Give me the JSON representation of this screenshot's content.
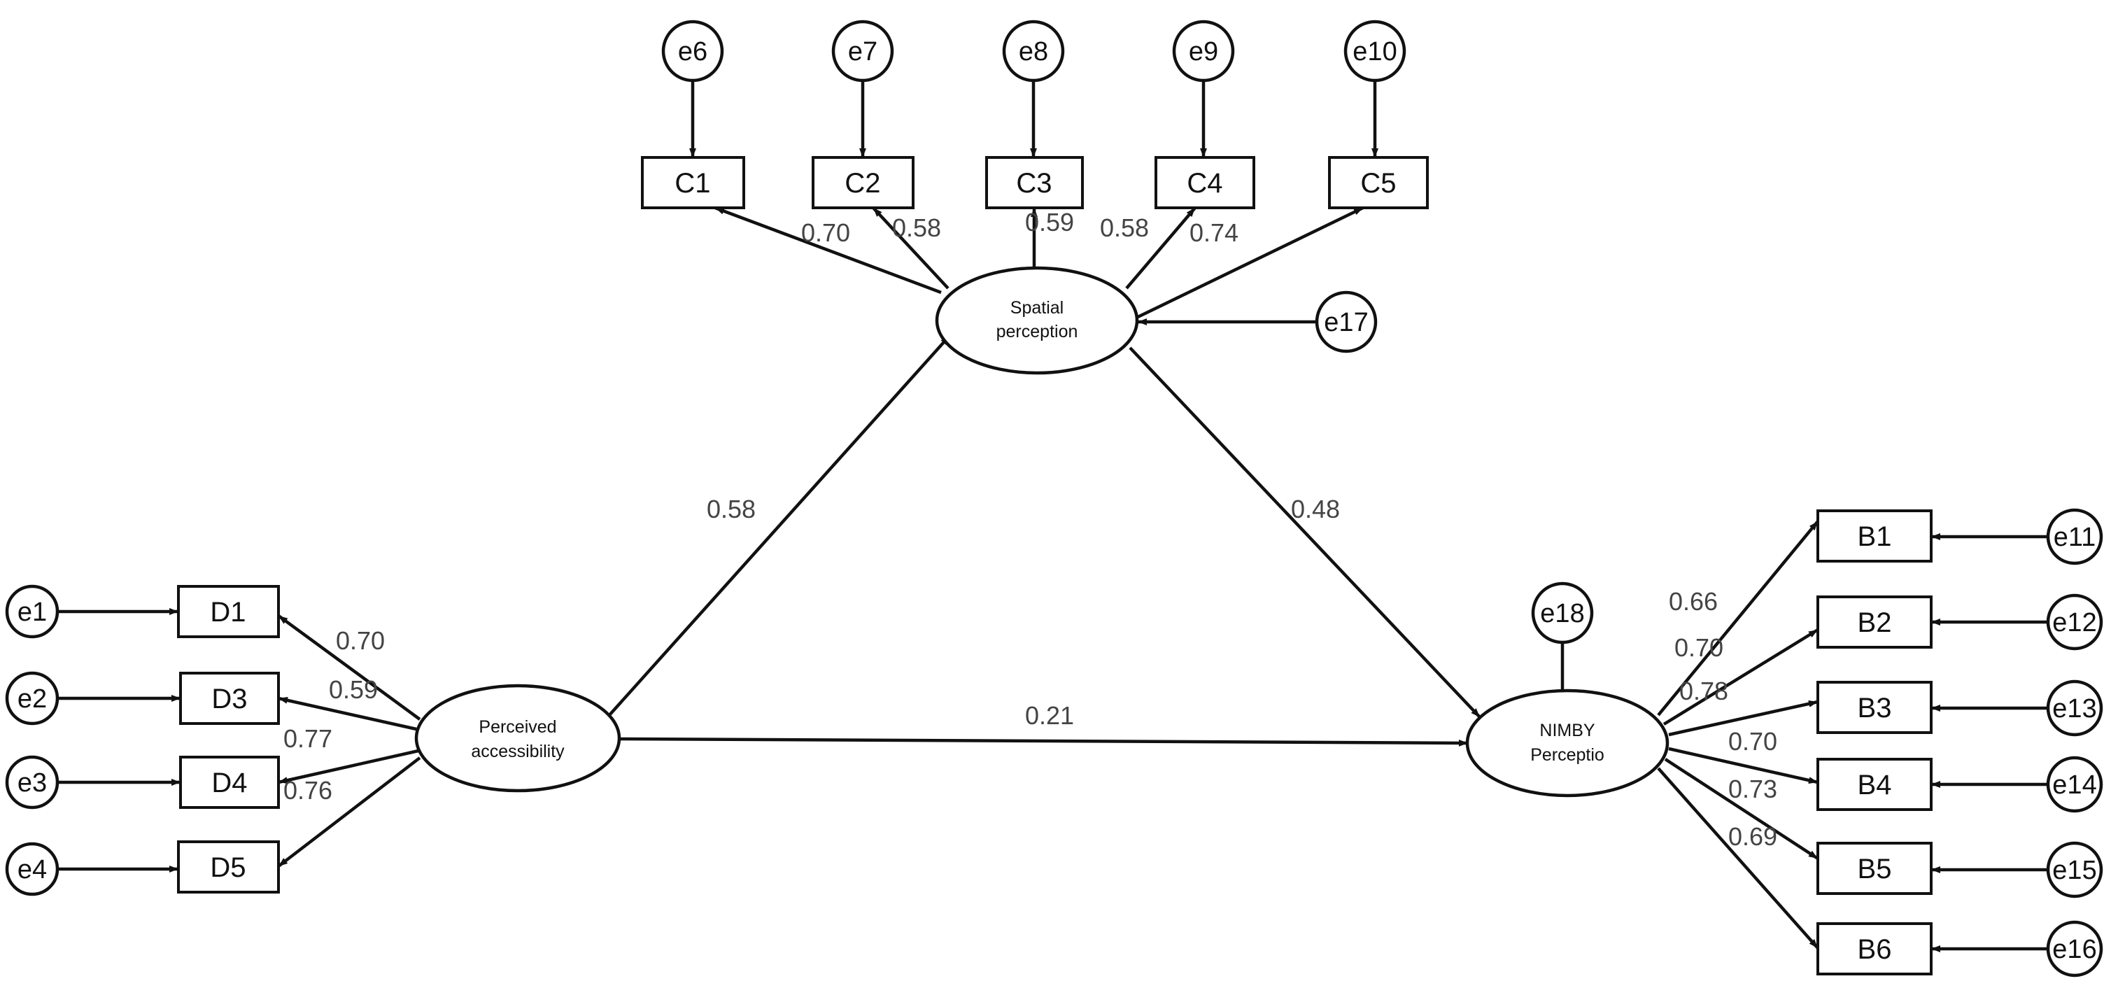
{
  "latents": {
    "spatial": [
      "Spatial",
      "perception"
    ],
    "access": [
      "Perceived",
      "accessibility"
    ],
    "nimby": [
      "NIMBY",
      "Perceptio"
    ]
  },
  "indicators": {
    "C1": "C1",
    "C2": "C2",
    "C3": "C3",
    "C4": "C4",
    "C5": "C5",
    "D1": "D1",
    "D3": "D3",
    "D4": "D4",
    "D5": "D5",
    "B1": "B1",
    "B2": "B2",
    "B3": "B3",
    "B4": "B4",
    "B5": "B5",
    "B6": "B6"
  },
  "errors": {
    "e1": "e1",
    "e2": "e2",
    "e3": "e3",
    "e4": "e4",
    "e6": "e6",
    "e7": "e7",
    "e8": "e8",
    "e9": "e9",
    "e10": "e10",
    "e11": "e11",
    "e12": "e12",
    "e13": "e13",
    "e14": "e14",
    "e15": "e15",
    "e16": "e16",
    "e17": "e17",
    "e18": "e18"
  },
  "loadings": {
    "C1": "0.70",
    "C2": "0.58",
    "C3": "0.59",
    "C4": "0.58",
    "C5": "0.74",
    "D1": "0.70",
    "D3": "0.59",
    "D4": "0.77",
    "D5": "0.76",
    "B1": "0.66",
    "B2": "0.70",
    "B3": "0.78",
    "B4": "0.70",
    "B5": "0.73",
    "B6": "0.69"
  },
  "paths": {
    "access_spatial": "0.58",
    "spatial_nimby": "0.48",
    "access_nimby": "0.21"
  }
}
